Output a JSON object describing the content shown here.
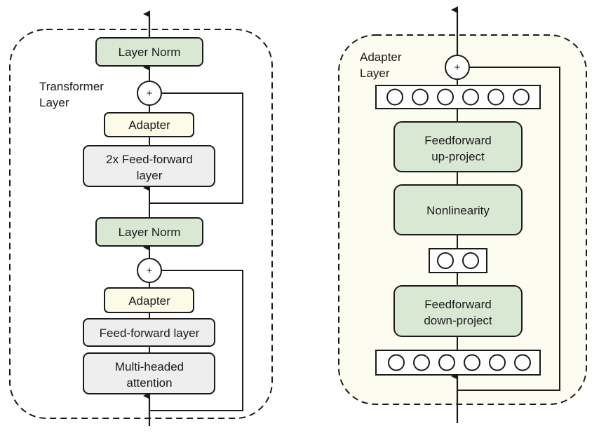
{
  "colors": {
    "norm_fill": "#d9e8d3",
    "adapter_fill": "#fcfbe8",
    "ff_fill": "#eeeeee",
    "adapter_panel_fill": "#fdfcf0",
    "stroke": "#1a1a1a"
  },
  "left_panel": {
    "title_line1": "Transformer",
    "title_line2": "Layer",
    "top_layer_norm": "Layer Norm",
    "top_plus": "+",
    "top_adapter": "Adapter",
    "ff2x_line1": "2x Feed-forward",
    "ff2x_line2": "layer",
    "mid_layer_norm": "Layer Norm",
    "bottom_plus": "+",
    "bottom_adapter": "Adapter",
    "ff_layer": "Feed-forward layer",
    "mha_line1": "Multi-headed",
    "mha_line2": "attention"
  },
  "right_panel": {
    "title_line1": "Adapter",
    "title_line2": "Layer",
    "plus": "+",
    "top_neurons": 6,
    "up_line1": "Feedforward",
    "up_line2": "up-project",
    "nonlinearity": "Nonlinearity",
    "bottleneck_neurons": 2,
    "down_line1": "Feedforward",
    "down_line2": "down-project",
    "bottom_neurons": 6
  }
}
